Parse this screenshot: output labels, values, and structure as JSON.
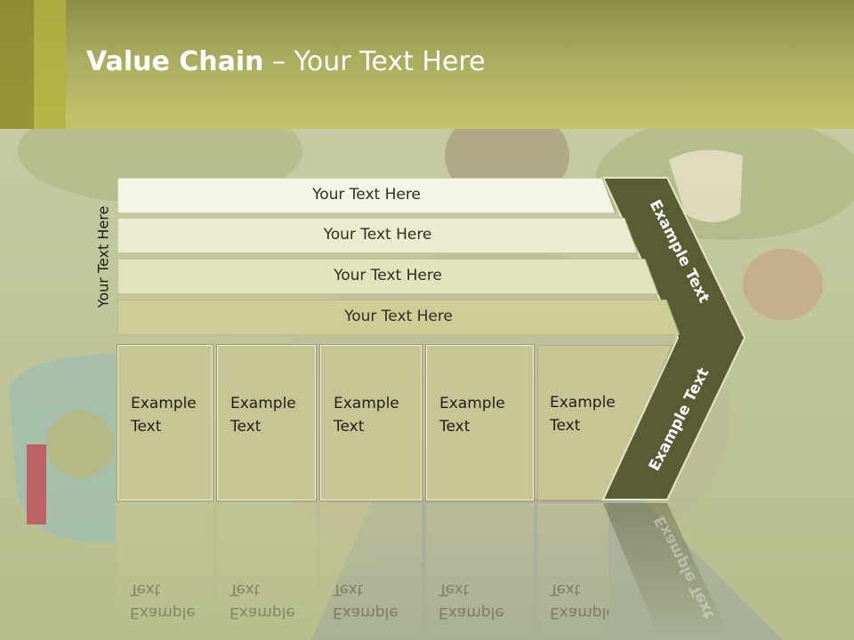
{
  "title": {
    "bold": "Value Chain",
    "rest": " – Your Text Here"
  },
  "side_label": "Your Text Here",
  "bands": [
    {
      "label": "Your Text Here"
    },
    {
      "label": "Your Text Here"
    },
    {
      "label": "Your Text Here"
    },
    {
      "label": "Your Text Here"
    }
  ],
  "boxes": [
    {
      "line1": "Example",
      "line2": "Text"
    },
    {
      "line1": "Example",
      "line2": "Text"
    },
    {
      "line1": "Example",
      "line2": "Text"
    },
    {
      "line1": "Example",
      "line2": "Text"
    },
    {
      "line1": "Example",
      "line2": "Text"
    }
  ],
  "chevron": {
    "upper_label": "Example Text",
    "lower_label": "Example Text"
  },
  "colors": {
    "header": "#b9bb6a",
    "chevron": "#5a5c34",
    "box": "#c7c594",
    "band_light": "#f4f4e6",
    "band_dark": "#c9c78e"
  }
}
